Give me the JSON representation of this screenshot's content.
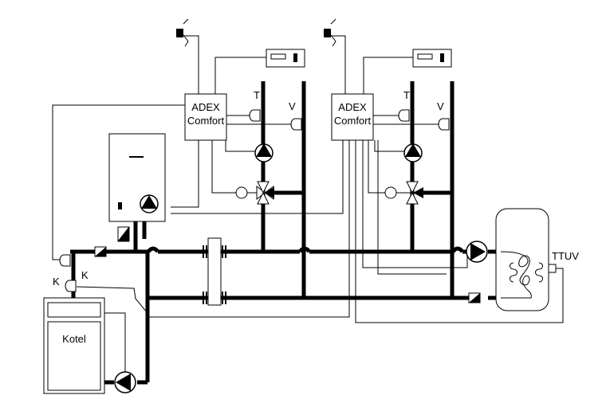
{
  "labels": {
    "controller_1_line1": "ADEX",
    "controller_1_line2": "Comfort",
    "controller_2_line1": "ADEX",
    "controller_2_line2": "Comfort",
    "sensor_t_1": "T",
    "sensor_v_1": "V",
    "sensor_t_2": "T",
    "sensor_v_2": "V",
    "sensor_k_1": "K",
    "sensor_k_2": "K",
    "boiler": "Kotel",
    "tank_sensor": "TTUV"
  }
}
